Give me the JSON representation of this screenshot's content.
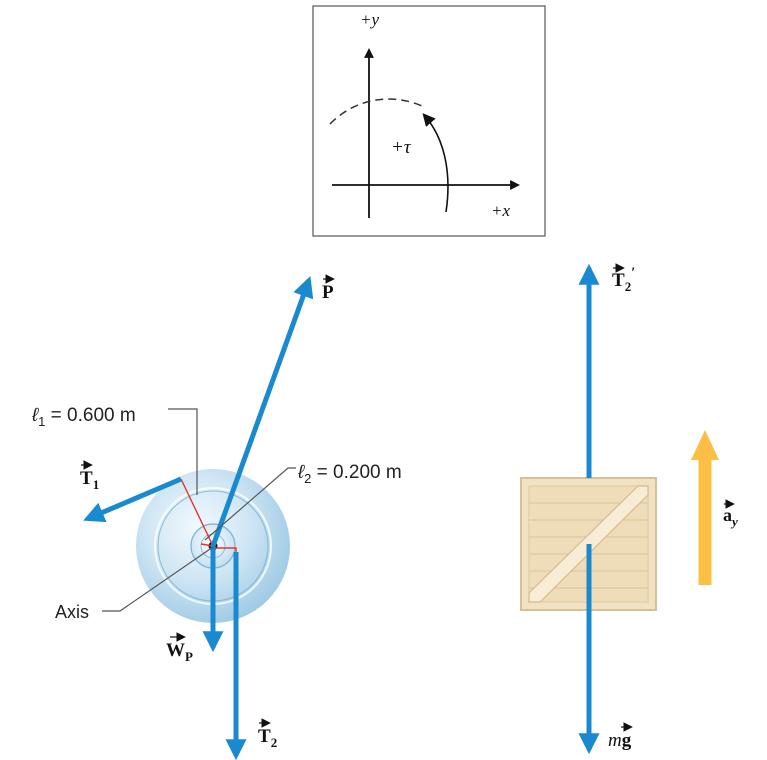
{
  "colors": {
    "force_arrow": "#1a8ad0",
    "accel_arrow": "#fbbf45",
    "lever_arm": "#e0362c",
    "disc_light": "#e6f3fb",
    "disc_dark": "#9fcbe6",
    "crate_face": "#f2e2c4",
    "crate_edge": "#d8bf94",
    "leader_line": "#555555"
  },
  "icons": [
    "pulley-disc",
    "wooden-crate"
  ],
  "axes_box": {
    "y_label": "+y",
    "x_label": "+x",
    "torque_label": "+τ"
  },
  "pulley": {
    "l1_label": "ℓ",
    "l1_sub": "1",
    "l1_value": " = 0.600 m",
    "l2_label": "ℓ",
    "l2_sub": "2",
    "l2_value": " = 0.200 m",
    "axis_label": "Axis",
    "T1_label": "T",
    "T1_sub": "1",
    "P_label": "P",
    "WP_label": "W",
    "WP_sub": "P",
    "T2_label": "T",
    "T2_sub": "2"
  },
  "crate": {
    "T2prime_label": "T",
    "T2prime_sub": "2",
    "T2prime_prime": "′",
    "mg_m": "m",
    "mg_g": "g",
    "ay_label": "a",
    "ay_sub": "y"
  }
}
